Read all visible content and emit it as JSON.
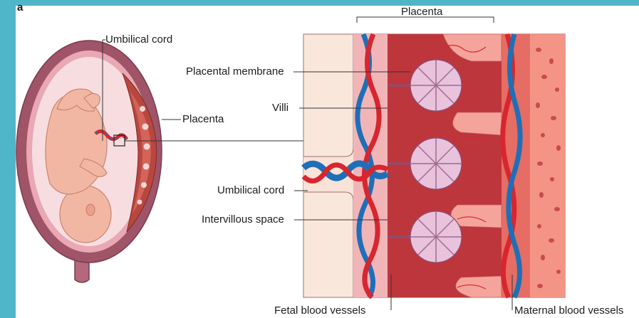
{
  "figure": {
    "panel_letter": "a"
  },
  "labels": {
    "umbilical_cord_left": "Umbilical cord",
    "placenta_left": "Placenta",
    "placenta_top": "Placenta",
    "placental_membrane": "Placental membrane",
    "villi": "Villi",
    "umbilical_cord_right": "Umbilical cord",
    "intervillous_space": "Intervillous space",
    "fetal_blood_vessels": "Fetal blood vessels",
    "maternal_blood_vessels": "Maternal blood vessels"
  },
  "colors": {
    "frame": "#4fb6c9",
    "uterus_wall": "#a05468",
    "amniotic": "#f7dde0",
    "fetus_skin": "#f2b7a3",
    "placenta_tissue": "#b8473f",
    "membrane_pink": "#f6c9cc",
    "artery_red": "#d7262e",
    "vein_blue": "#1f6fb8",
    "villi_fill": "#e9c2dc",
    "maternal_tissue": "#f39486"
  }
}
